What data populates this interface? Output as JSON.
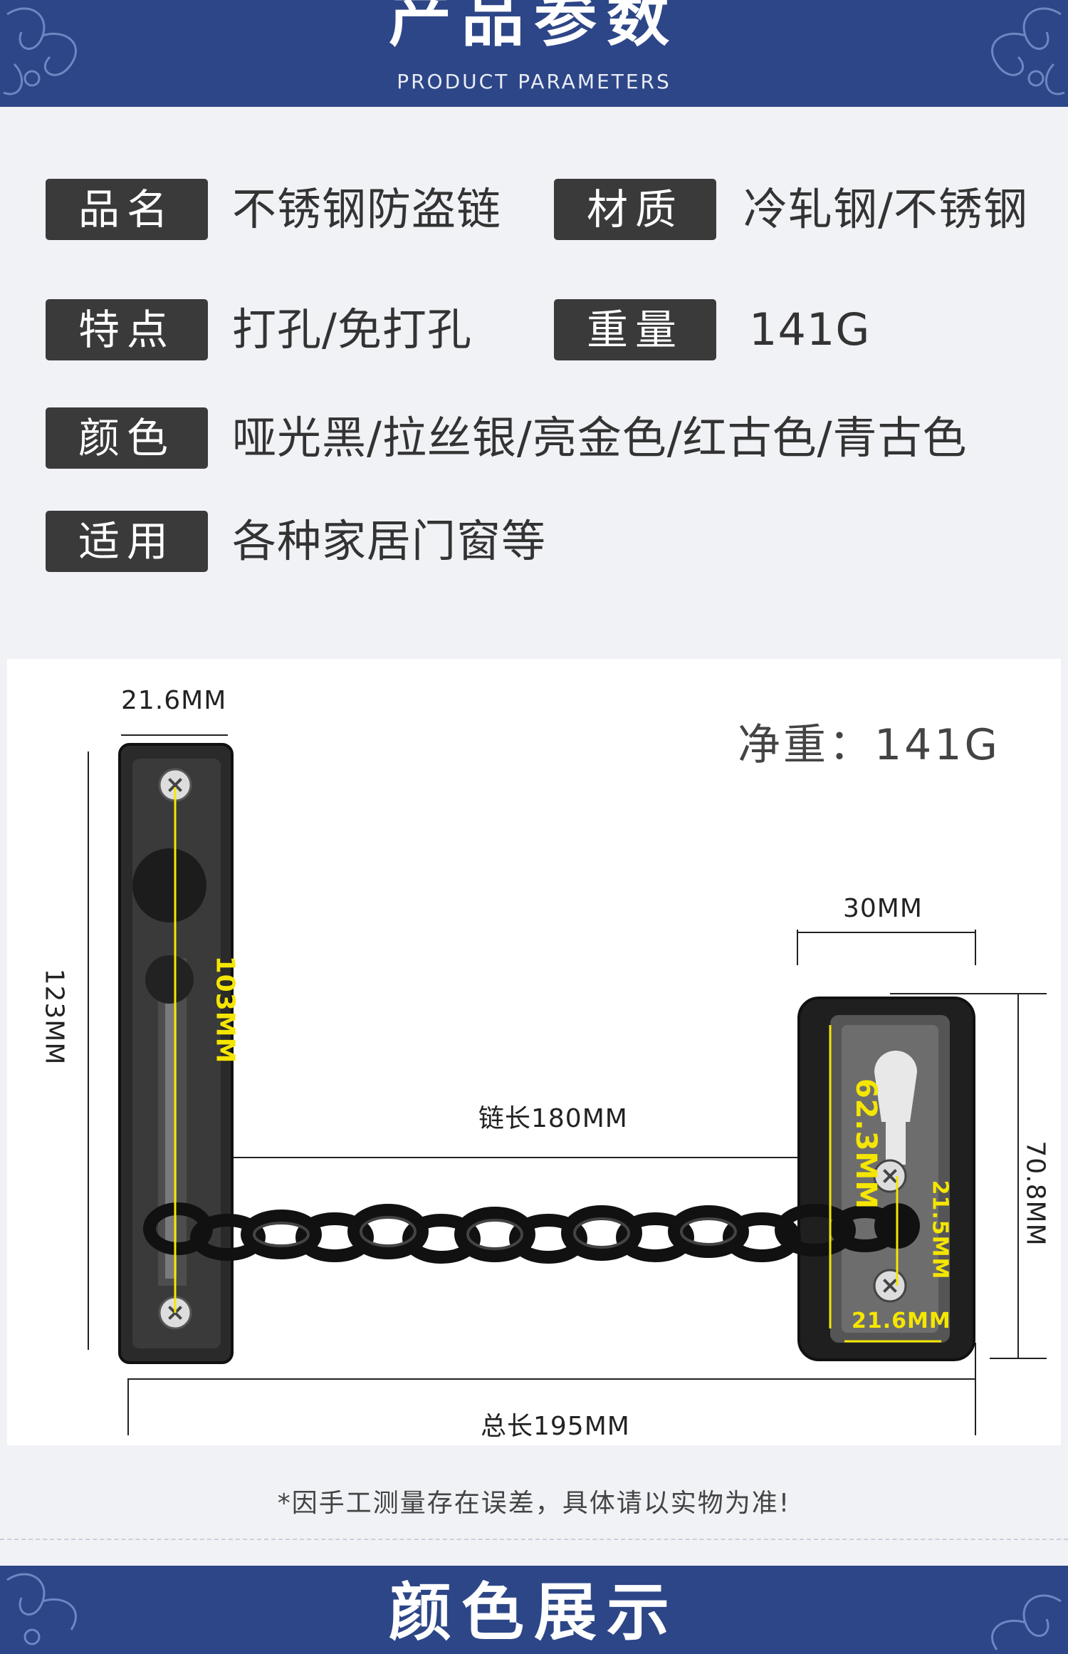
{
  "header": {
    "title": "产品参数",
    "subtitle": "PRODUCT PARAMETERS"
  },
  "params": [
    {
      "label": "品名",
      "value": "不锈钢防盗链"
    },
    {
      "label": "材质",
      "value": "冷轧钢/不锈钢"
    },
    {
      "label": "特点",
      "value": "打孔/免打孔"
    },
    {
      "label": "重量",
      "value": "141G"
    },
    {
      "label": "颜色",
      "value": "哑光黑/拉丝银/亮金色/红古色/青古色"
    },
    {
      "label": "适用",
      "value": "各种家居门窗等"
    }
  ],
  "diagram": {
    "net_weight": "净重：141G",
    "dims": {
      "plate_width": "21.6MM",
      "plate_height": "123MM",
      "slot_length": "103MM",
      "chain_length": "链长180MM",
      "total_length": "总长195MM",
      "keeper_width": "30MM",
      "keeper_height": "70.8MM",
      "keeper_inner_height": "62.3MM",
      "keeper_screw_spacing": "21.5MM",
      "keeper_inner_width": "21.6MM"
    }
  },
  "footnote": "*因手工测量存在误差，具体请以实物为准!",
  "footer": {
    "title": "颜色展示"
  },
  "colors": {
    "banner": "#2d4687",
    "tag": "#3a3a3a",
    "dimension_yellow": "#f5e600"
  }
}
